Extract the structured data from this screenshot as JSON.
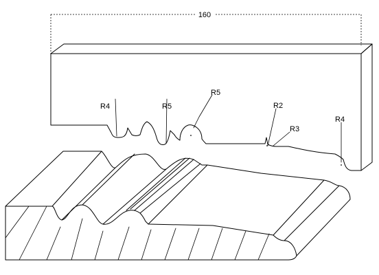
{
  "dimension": {
    "value": "160"
  },
  "profile_labels": [
    {
      "key": "r4_left",
      "text": "R4"
    },
    {
      "key": "r5_groove",
      "text": "R5"
    },
    {
      "key": "r5_bead",
      "text": "R5"
    },
    {
      "key": "r2",
      "text": "R2"
    },
    {
      "key": "r3",
      "text": "R3"
    },
    {
      "key": "r4_right",
      "text": "R4"
    }
  ],
  "colors": {
    "line": "#000000",
    "background": "#ffffff"
  }
}
